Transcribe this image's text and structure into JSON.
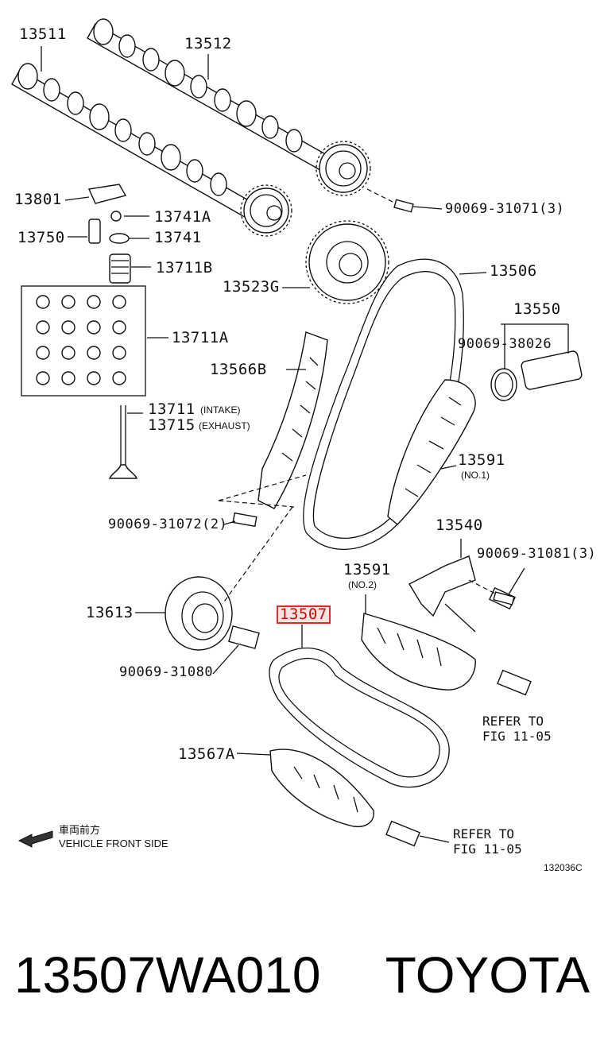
{
  "labels": {
    "p13511": "13511",
    "p13512": "13512",
    "p13801": "13801",
    "p13741a": "13741A",
    "p13750": "13750",
    "p13741": "13741",
    "p13711b": "13711B",
    "p13711a": "13711A",
    "p13711": "13711",
    "p13711_note": "(INTAKE)",
    "p13715": "13715",
    "p13715_note": "(EXHAUST)",
    "p13566b": "13566B",
    "p90069_31072": "90069-31072(2)",
    "p13613": "13613",
    "p90069_31080": "90069-31080",
    "p13567a": "13567A",
    "p90069_31071": "90069-31071(3)",
    "p13523g": "13523G",
    "p13506": "13506",
    "p13550": "13550",
    "p90069_38026": "90069-38026",
    "p13591_1": "13591",
    "p13591_1_note": "(NO.1)",
    "p13540": "13540",
    "p90069_31081": "90069-31081(3)",
    "p13591_2": "13591",
    "p13591_2_note": "(NO.2)",
    "p13507": "13507",
    "refer_1": "REFER TO\nFIG 11-05",
    "refer_2": "REFER TO\nFIG 11-05"
  },
  "front_indicator": {
    "jp": "車両前方",
    "en": "VEHICLE FRONT SIDE"
  },
  "diagram_code": "132036C",
  "highlight_color": "#e02a2a",
  "footer": {
    "part_number": "13507WA010",
    "brand": "TOYOTA"
  }
}
